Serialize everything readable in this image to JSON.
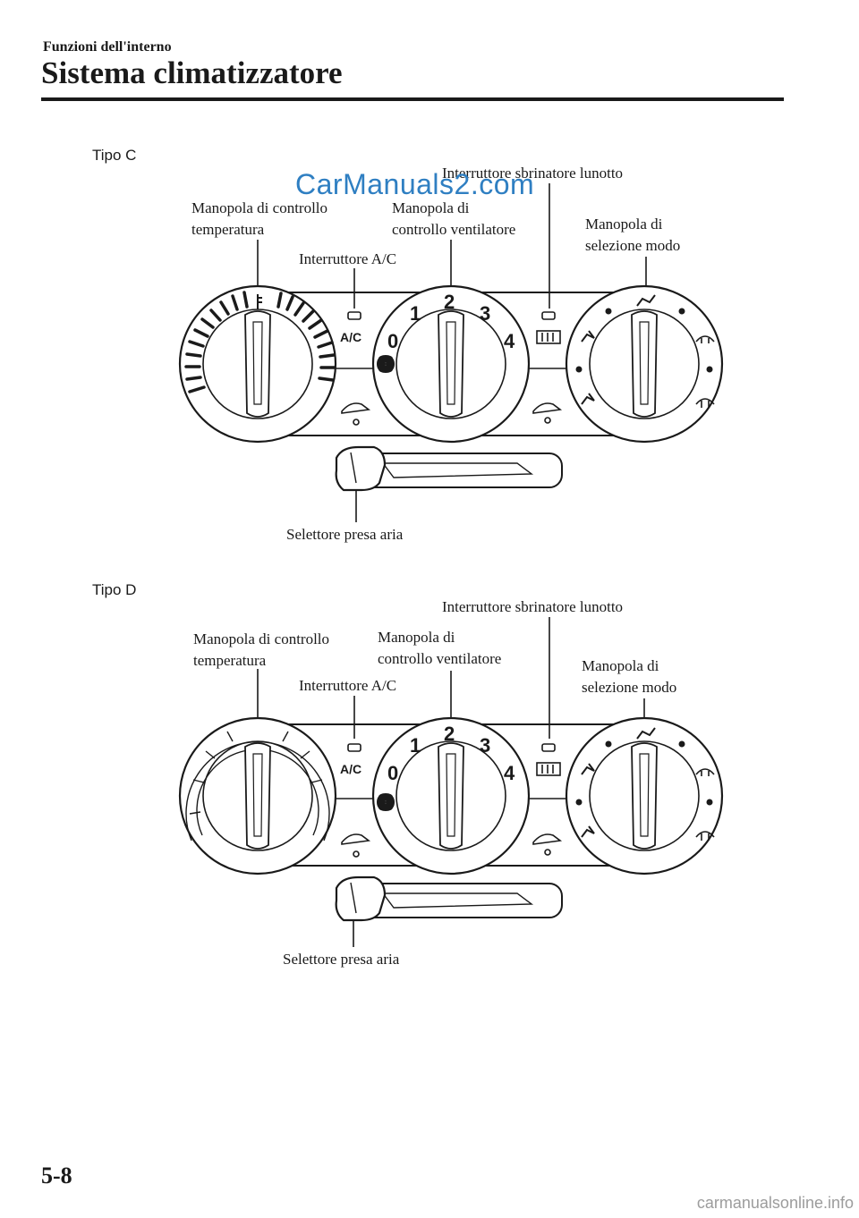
{
  "header": {
    "section": "Funzioni dell'interno",
    "title": "Sistema climatizzatore"
  },
  "watermark": "CarManuals2.com",
  "diagrams": [
    {
      "type_label": "Tipo C",
      "callouts": {
        "temperature_knob": [
          "Manopola di controllo",
          "temperatura"
        ],
        "ac_switch": "Interruttore A/C",
        "fan_knob": [
          "Manopola di",
          "controllo ventilatore"
        ],
        "rear_defroster": "Interruttore sbrinatore lunotto",
        "mode_knob": [
          "Manopola di",
          "selezione modo"
        ],
        "air_intake": "Selettore presa aria"
      },
      "fan_speeds": [
        "0",
        "1",
        "2",
        "3",
        "4"
      ],
      "ac_text": "A/C"
    },
    {
      "type_label": "Tipo D",
      "callouts": {
        "temperature_knob": [
          "Manopola di controllo",
          "temperatura"
        ],
        "ac_switch": "Interruttore A/C",
        "fan_knob": [
          "Manopola di",
          "controllo ventilatore"
        ],
        "rear_defroster": "Interruttore sbrinatore lunotto",
        "mode_knob": [
          "Manopola di",
          "selezione modo"
        ],
        "air_intake": "Selettore presa aria"
      },
      "fan_speeds": [
        "0",
        "1",
        "2",
        "3",
        "4"
      ],
      "ac_text": "A/C"
    }
  ],
  "page_number": "5-8",
  "footer": "carmanualsonline.info"
}
